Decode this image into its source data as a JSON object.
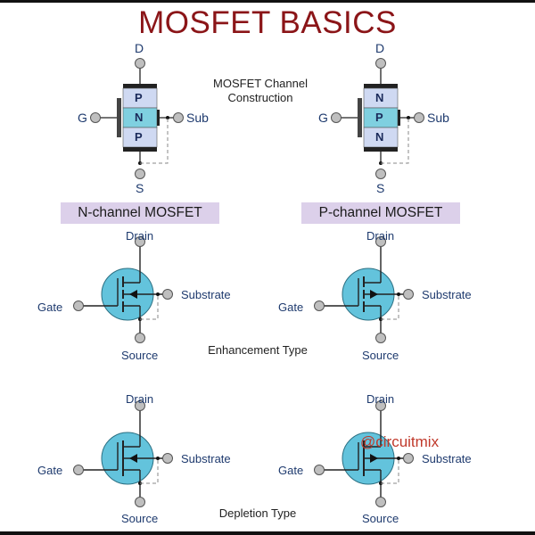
{
  "title": "MOSFET BASICS",
  "colors": {
    "title": "#8b1518",
    "label": "#1e3a6e",
    "channel_fill": "#7fd0e0",
    "layer_fill": "#cfd9f2",
    "symbol_fill": "#63c3dc",
    "box_fill": "#dcd0ea"
  },
  "construction": {
    "caption_line1": "MOSFET Channel",
    "caption_line2": "Construction",
    "n_channel": {
      "layers": [
        "P",
        "N",
        "P"
      ],
      "drain": "D",
      "gate": "G",
      "sub": "Sub",
      "source": "S"
    },
    "p_channel": {
      "layers": [
        "N",
        "P",
        "N"
      ],
      "drain": "D",
      "gate": "G",
      "sub": "Sub",
      "source": "S"
    }
  },
  "columns": {
    "n_channel": "N-channel MOSFET",
    "p_channel": "P-channel MOSFET"
  },
  "terminals": {
    "drain": "Drain",
    "gate": "Gate",
    "substrate": "Substrate",
    "source": "Source"
  },
  "rows": {
    "enhancement": "Enhancement Type",
    "depletion": "Depletion Type"
  },
  "watermark": "@circuitmix"
}
